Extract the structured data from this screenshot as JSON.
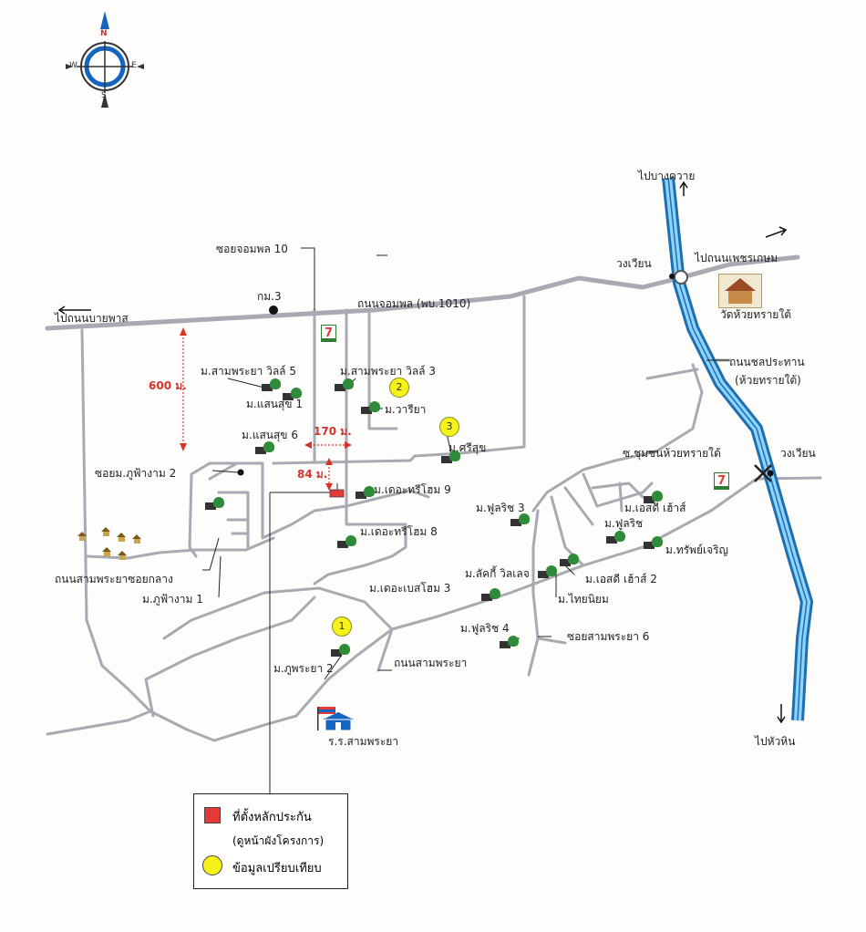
{
  "labels": {
    "to_bangkhwai": "ไปบางควาย",
    "roundabout_north": "วงเวียน",
    "to_phetkasem": "ไปถนนเพชรเกษม",
    "soi_chompon10": "ซอยจอมพล 10",
    "km3": "กม.3",
    "road_chompon": "ถนนจอมพล (พบ.1010)",
    "to_naiphat": "ไปถนนบายพาส",
    "wat": "วัดห้วยทรายใต้",
    "chonprathan_line1": "ถนนชลประทาน",
    "chonprathan_line2": "(ห้วยทรายใต้)",
    "sampraya_villa5": "ม.สามพระยา วิลล์ 5",
    "sampraya_villa3": "ม.สามพระยา วิลล์ 3",
    "saensuk1": "ม.แสนสุข 1",
    "variya": "ม.วารียา",
    "saensuk6": "ม.แสนสุข 6",
    "srisuk": "ม.ศรีสุข",
    "chumchon": "ซ.ชุมชนห้วยทรายใต้",
    "roundabout_east": "วงเวียน",
    "soi_phufangam2": "ซอยม.ภูฟ้างาม 2",
    "the_treehome9": "ม.เดอะทรีโฮม 9",
    "fulrich3": "ม.ฟูลริช 3",
    "sd_house": "ม.เอสดี เฮ้าส์",
    "fulrich": "ม.ฟูลริช",
    "sapcharoen": "ม.ทรัพย์เจริญ",
    "the_treehome8": "ม.เดอะทรีโฮม 8",
    "sampraya_middle": "ถนนสามพระยาซอยกลาง",
    "phufangam1": "ม.ภูฟ้างาม 1",
    "lucky_village": "ม.ลัคกี้ วิลเลจ",
    "sd_house2": "ม.เอสดี เฮ้าส์ 2",
    "the_besthome3": "ม.เดอะเบสโฮม 3",
    "thainiyom": "ม.ไทยนิยม",
    "fulrich4": "ม.ฟูลริช 4",
    "soi_sampraya6": "ซอยสามพระยา 6",
    "phupraya2": "ม.ภูพระยา 2",
    "road_sampraya": "ถนนสามพระยา",
    "school": "ร.ร.สามพระยา",
    "to_huahin": "ไปหัวหิน"
  },
  "distances": {
    "d600": "600 ม.",
    "d170": "170 ม.",
    "d84": "84 ม."
  },
  "markers": [
    "1",
    "2",
    "3"
  ],
  "compass": {
    "n": "N",
    "s": "S",
    "e": "E",
    "w": "W"
  },
  "legend": {
    "site": "ที่ตั้งหลักประกัน",
    "site_note": "(ดูหน้าผังโครงการ)",
    "comparables": "ข้อมูลเปรียบเทียบ"
  },
  "colors": {
    "road": "#a9a9b3",
    "canal_outer": "#1f6fb0",
    "canal_inner": "#8fd4ff",
    "marker_fill": "#f7f21a",
    "site_fill": "#e53935",
    "dimension": "#d6332b"
  },
  "icons": [
    "compass-icon",
    "village-icon",
    "seven-eleven-icon",
    "temple-icon",
    "school-icon",
    "hut-icon",
    "roundabout-icon"
  ]
}
